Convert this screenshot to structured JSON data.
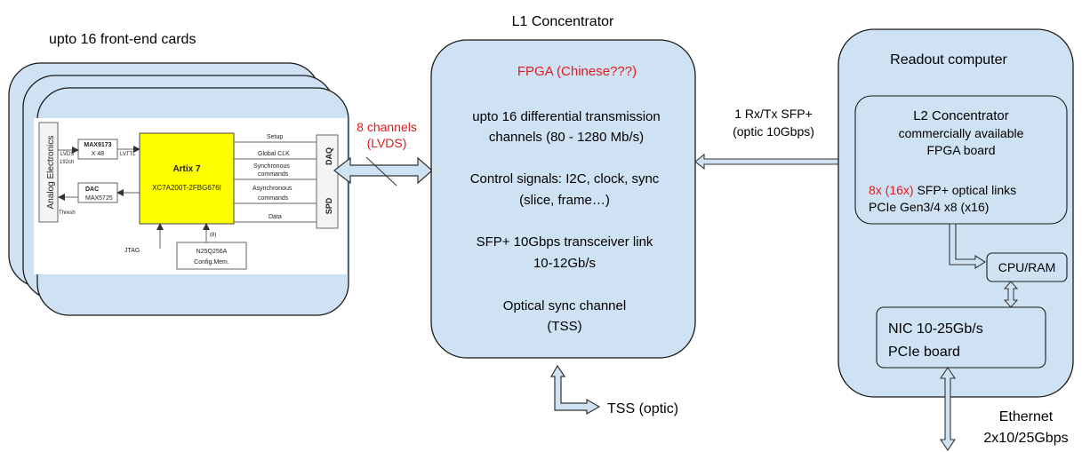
{
  "frontend": {
    "title": "upto 16 front-end cards",
    "card": {
      "analog": "Analog Electronics",
      "lvds": "LVDS",
      "ch192": "192ch",
      "lvttl": "LVTTL",
      "max9173": "MAX9173",
      "x48": "X 48",
      "dac": "DAC",
      "max5725": "MAX5725",
      "thresh": "Thresh",
      "artix": "Artix 7",
      "artix_part": "XC7A200T-2FBG676I",
      "setup": "Setup",
      "global_clk": "Global CLK",
      "sync_cmd_1": "Synchronous",
      "sync_cmd_2": "commands",
      "async_cmd_1": "Asynchronous",
      "async_cmd_2": "commands",
      "data": "Data",
      "daq": "DAQ",
      "spd": "SPD",
      "jtag": "JTAG",
      "bus_width": "(8)",
      "mem_1": "N25Q256A",
      "mem_2": "Config.Mem."
    }
  },
  "link1": {
    "line1": "8 channels",
    "line2": "(LVDS)"
  },
  "l1": {
    "title": "L1 Concentrator",
    "fpga": "FPGA (Chinese???)",
    "p1_l1": "upto 16 differential transmission",
    "p1_l2": "channels (80 - 1280 Mb/s)",
    "p2_l1": "Control signals: I2C, clock, sync",
    "p2_l2": "(slice, frame…)",
    "p3_l1": "SFP+ 10Gbps transceiver link",
    "p3_l2": "10-12Gb/s",
    "p4_l1": "Optical sync channel",
    "p4_l2": "(TSS)"
  },
  "link2": {
    "line1": "1 Rx/Tx SFP+",
    "line2": "(optic 10Gbps)"
  },
  "tss": "TSS (optic)",
  "readout": {
    "title": "Readout computer",
    "l2_title": "L2 Concentrator",
    "l2_l1": "commercially available",
    "l2_l2": "FPGA board",
    "links_red": "8x (16x)",
    "links_rest": " SFP+ optical links",
    "pcie": "PCIe Gen3/4 x8 (x16)",
    "cpu": "CPU/RAM",
    "nic_l1": "NIC 10-25Gb/s",
    "nic_l2": "PCIe board"
  },
  "ethernet": {
    "line1": "Ethernet",
    "line2": "2x10/25Gbps"
  },
  "colors": {
    "box": "#cfe2f3",
    "red": "#e3191c",
    "fpga": "#ffff00"
  }
}
